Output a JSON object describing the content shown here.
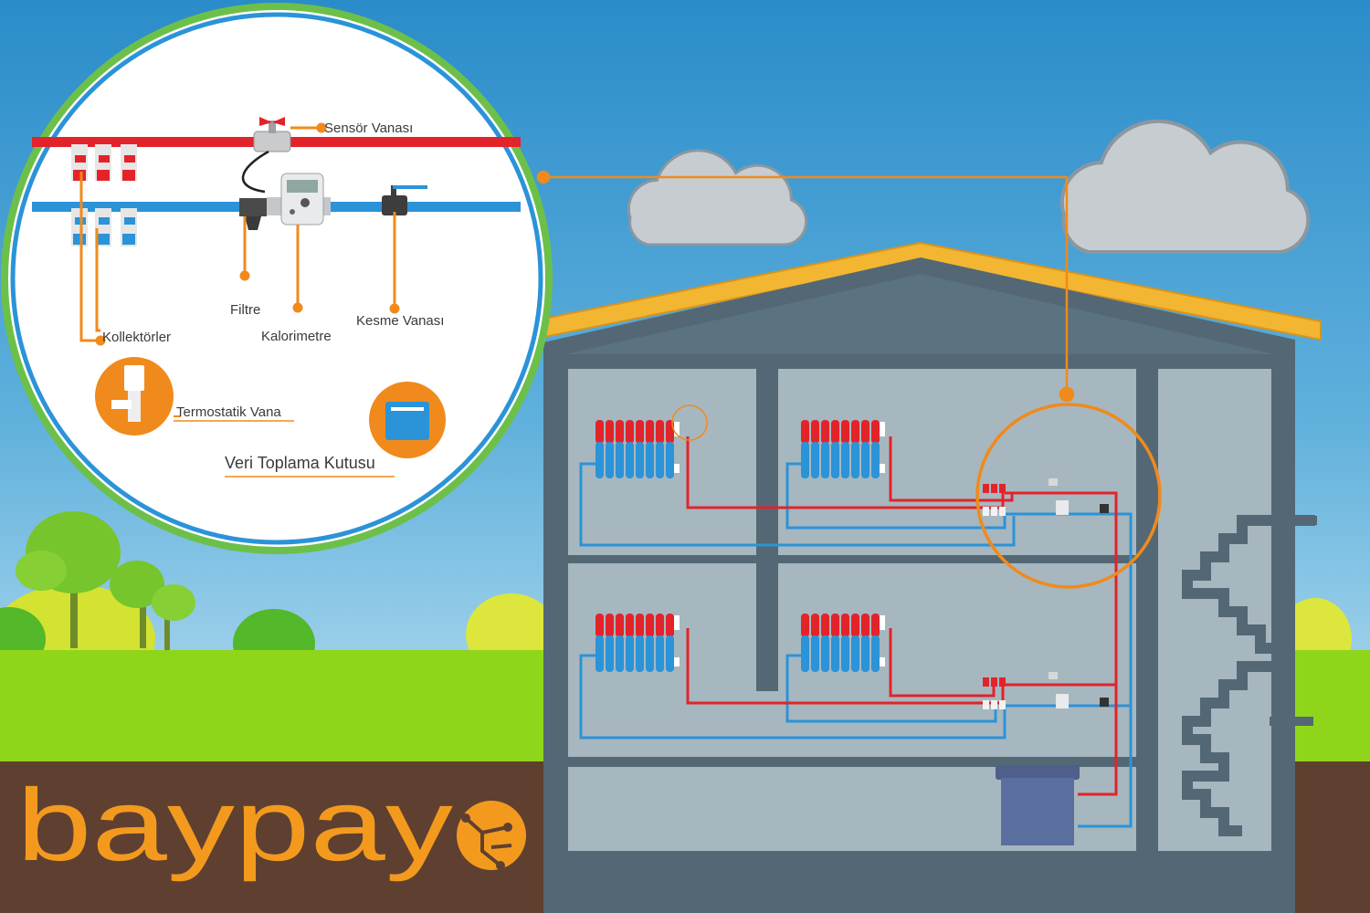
{
  "labels": {
    "sensor_valve": "Sensör Vanası",
    "filter": "Filtre",
    "calorimeter": "Kalorimetre",
    "shutoff_valve": "Kesme Vanası",
    "collectors": "Kollektörler",
    "thermostatic_valve": "Termostatik Vana",
    "data_box": "Veri Toplama Kutusu"
  },
  "brand": {
    "name": "baypay"
  },
  "colors": {
    "sky_top": "#2a8cc9",
    "sky_bottom": "#a9d6ee",
    "grass": "#8fd61a",
    "soil": "#5f4030",
    "house_frame": "#536874",
    "room_wall": "#a7b7bf",
    "roof_tiles": "#f2b632",
    "hot_pipe": "#e2232a",
    "cold_pipe": "#2b93d8",
    "leader": "#f08a1c",
    "logo": "#f39a1e",
    "circle_ring": "#6cc04a"
  },
  "icons": [
    "cloud-icon",
    "tree-icon",
    "radiator-icon",
    "boiler-icon",
    "valve-icon",
    "calorimeter-icon",
    "data-box-icon",
    "thermostatic-valve-icon",
    "logo-mark-icon"
  ]
}
